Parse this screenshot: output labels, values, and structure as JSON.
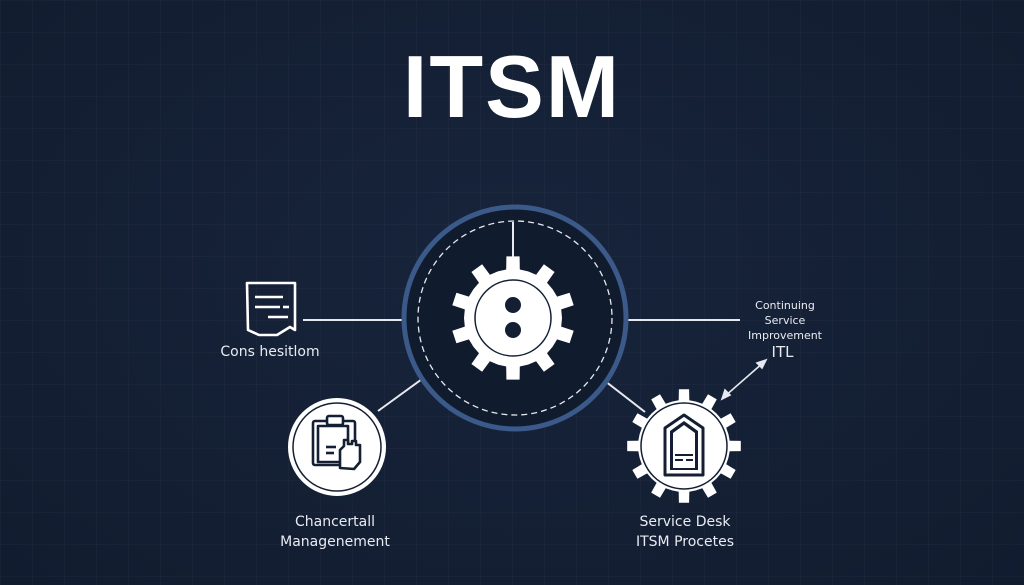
{
  "title": "ITSM",
  "nodes": {
    "left": {
      "label": "Cons hesitlom",
      "icon": "chat-document-icon"
    },
    "right": {
      "label_lines": [
        "Continuing",
        "Service",
        "Improvement"
      ],
      "sublabel": "ITL"
    },
    "bottom_left": {
      "label_lines": [
        "Chancertall",
        "Managenement"
      ],
      "icon": "clipboard-hand-icon"
    },
    "bottom_right": {
      "label_lines": [
        "Service Desk",
        "ITSM Procetes"
      ],
      "icon": "service-desk-gear-icon"
    },
    "center": {
      "icon": "central-gear-icon"
    }
  },
  "colors": {
    "background": "#141f33",
    "ring": "#3b5a8a",
    "foreground": "#ffffff"
  }
}
